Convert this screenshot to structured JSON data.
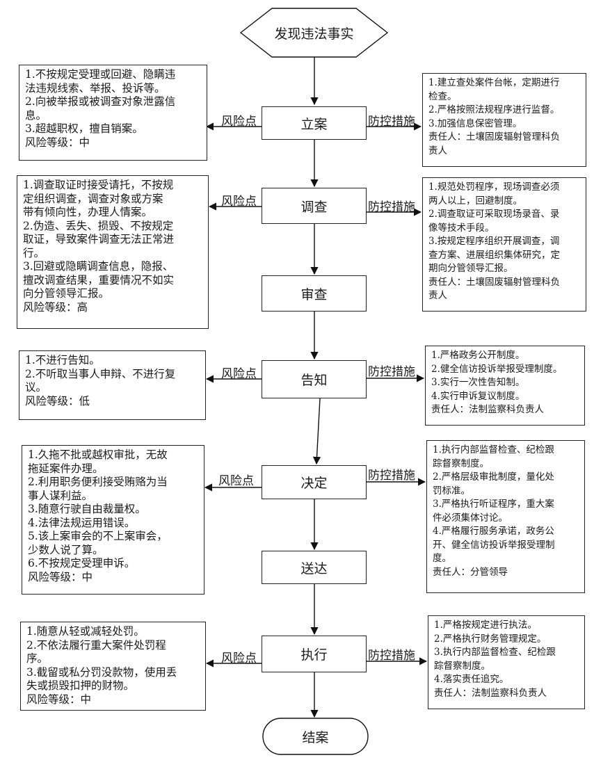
{
  "start": "发现违法事实",
  "end": "结案",
  "risk_label": "风险点",
  "control_label": "防控措施",
  "steps": [
    {
      "label": "立案"
    },
    {
      "label": "调查"
    },
    {
      "label": "审查"
    },
    {
      "label": "告知"
    },
    {
      "label": "决定"
    },
    {
      "label": "送达"
    },
    {
      "label": "执行"
    }
  ],
  "risks": [
    {
      "step": "立案",
      "lines": [
        "1.不按规定受理或回避、隐瞒违",
        "法违规线索、举报、投诉等。",
        "2.向被举报或被调查对象泄露信",
        "息。",
        "3.超越职权，擅自销案。",
        "风险等级：中"
      ]
    },
    {
      "step": "调查",
      "lines": [
        "1.调查取证时接受请托，不按规",
        "定组织调查，调查对象或方案",
        "带有倾向性，办理人情案。",
        "2.伪造、丢失、损毁、不按规定",
        "取证，导致案件调查无法正常进",
        "行。",
        "3.回避或隐瞒调查信息，隐报、",
        "擅改调查结果，重要情况不如实",
        "向分管领导汇报。",
        "风险等级：高"
      ]
    },
    {
      "step": "告知",
      "lines": [
        "1.不进行告知。",
        "2.不听取当事人申辩、不进行复",
        "议。",
        "风险等级：低"
      ]
    },
    {
      "step": "决定",
      "lines": [
        "1.久拖不批或越权审批，无故",
        "拖延案件办理。",
        "2.利用职务便利接受贿赂为当",
        "事人谋利益。",
        "3.随意行驶自由裁量权。",
        "4.法律法规运用错误。",
        "5.该上案审会的不上案审会，",
        "少数人说了算。",
        "6.不按规定受理申诉。",
        "风险等级：中"
      ]
    },
    {
      "step": "执行",
      "lines": [
        "1.随意从轻或减轻处罚。",
        "2.不依法履行重大案件处罚程",
        "序。",
        "3.截留或私分罚没款物，使用丢",
        "失或损毁扣押的财物。",
        "风险等级：中"
      ]
    }
  ],
  "controls": [
    {
      "step": "立案",
      "lines": [
        "1.建立查处案件台帐，定期进行",
        "检查。",
        "2.严格按照法规程序进行监督。",
        "3.加强信息保密管理。",
        "责任人：土壤固废辐射管理科负",
        "责人"
      ]
    },
    {
      "step": "调查",
      "lines": [
        "1.规范处罚程序，现场调查必须",
        "两人以上，回避制度。",
        "2.调查取证可采取现场录音、录",
        "像等技术手段。",
        "3.按规定程序组织开展调查，调",
        "查方案、进展组织集体研究，定",
        "期向分管领导汇报。",
        "责任人：土壤固废辐射管理科负",
        "责人"
      ]
    },
    {
      "step": "告知",
      "lines": [
        "1.严格政务公开制度。",
        "2.健全信访投诉举报受理制度。",
        "3.实行一次性告知制。",
        "4.实行申诉复议制度。",
        "责任人：法制监察科负责人"
      ]
    },
    {
      "step": "决定",
      "lines": [
        "1.执行内部监督检查、纪检跟",
        "踪督察制度。",
        "2.严格层级审批制度，量化处",
        "罚标准。",
        "3.严格执行听证程序，重大案",
        "件必须集体讨论。",
        "4.严格履行服务承诺，政务公",
        "开、健全信访投诉举报受理制",
        "度。",
        "责任人：分管领导"
      ]
    },
    {
      "step": "执行",
      "lines": [
        "1.严格按规定进行执法。",
        "2.严格执行财务管理规定。",
        "3.执行内部监督检查、纪检跟",
        "踪督察制度。",
        "4.落实责任追究。",
        "责任人：法制监察科负责人"
      ]
    }
  ]
}
